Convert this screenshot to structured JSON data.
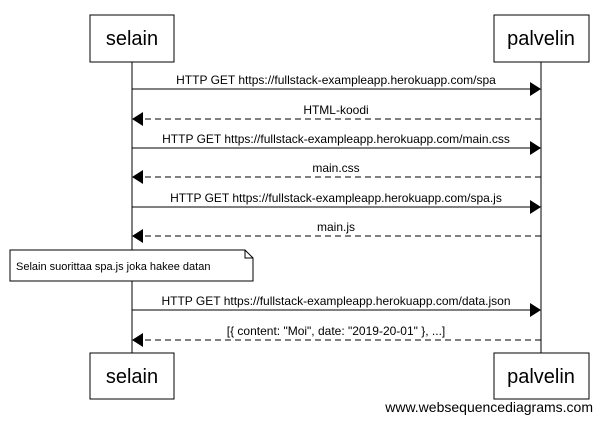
{
  "participants": [
    {
      "id": "selain",
      "label": "selain"
    },
    {
      "id": "palvelin",
      "label": "palvelin"
    }
  ],
  "messages": [
    {
      "from": "selain",
      "to": "palvelin",
      "style": "solid",
      "text": "HTTP GET https://fullstack-exampleapp.herokuapp.com/spa"
    },
    {
      "from": "palvelin",
      "to": "selain",
      "style": "dashed",
      "text": "HTML-koodi"
    },
    {
      "from": "selain",
      "to": "palvelin",
      "style": "solid",
      "text": "HTTP GET https://fullstack-exampleapp.herokuapp.com/main.css"
    },
    {
      "from": "palvelin",
      "to": "selain",
      "style": "dashed",
      "text": "main.css"
    },
    {
      "from": "selain",
      "to": "palvelin",
      "style": "solid",
      "text": "HTTP GET https://fullstack-exampleapp.herokuapp.com/spa.js"
    },
    {
      "from": "palvelin",
      "to": "selain",
      "style": "dashed",
      "text": "main.js"
    },
    {
      "from": "selain",
      "to": "palvelin",
      "style": "solid",
      "text": "HTTP GET https://fullstack-exampleapp.herokuapp.com/data.json"
    },
    {
      "from": "palvelin",
      "to": "selain",
      "style": "dashed",
      "text": "[{ content: \"Moi\", date: \"2019-20-01\" }, ...]"
    }
  ],
  "note": {
    "text": "Selain suorittaa spa.js joka hakee datan"
  },
  "watermark": "www.websequencediagrams.com",
  "colors": {
    "line": "#000000",
    "background": "#ffffff"
  }
}
